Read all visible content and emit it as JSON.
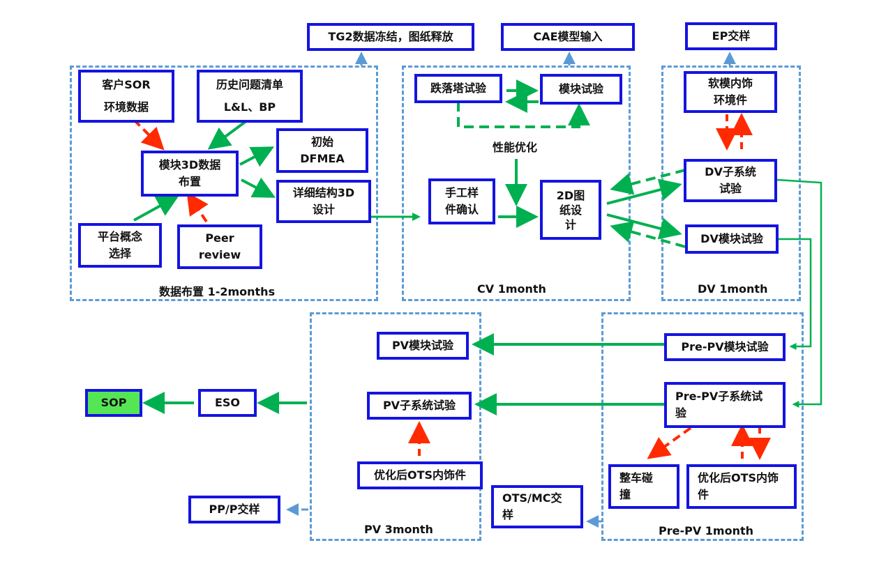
{
  "regions": {
    "data_layout": "数据布置 1-2months",
    "cv": "CV 1month",
    "dv": "DV 1month",
    "pv": "PV 3month",
    "prepv": "Pre-PV 1month"
  },
  "milestones": {
    "tg2": "TG2数据冻结，图纸释放",
    "cae": "CAE模型输入",
    "ep": "EP交样",
    "pp": "PP/P交样",
    "ots_mc": "OTS/MC交\n样",
    "sop": "SOP",
    "eso": "ESO"
  },
  "data_phase": {
    "customer_sor": "客户SOR\n\n环境数据",
    "history": "历史问题清单\n\nL&L、BP",
    "layout3d": "模块3D数据\n布置",
    "dfmea": "初始\nDFMEA",
    "detail3d": "详细结构3D\n设计",
    "platform": "平台概念\n选择",
    "peer": "Peer\nreview"
  },
  "cv_phase": {
    "drop_test": "跌落塔试验",
    "module_test": "模块试验",
    "perf_opt": "性能优化",
    "handmade": "手工样\n件确认",
    "drawing2d": "2D图\n纸设\n计"
  },
  "dv_phase": {
    "soft_trim": "软模内饰\n环境件",
    "dv_subsystem": "DV子系统\n试验",
    "dv_module": "DV模块试验"
  },
  "prepv_phase": {
    "prepv_module": "Pre-PV模块试验",
    "prepv_subsystem": "Pre-PV子系统试\n验",
    "crash": "整车碰\n撞",
    "ots_trim": "优化后OTS内饰\n件"
  },
  "pv_phase": {
    "pv_module": "PV模块试验",
    "pv_subsystem": "PV子系统试验",
    "ots_trim": "优化后OTS内饰件"
  },
  "colors": {
    "box_border": "#1414e0",
    "region_border": "#5b9bd5",
    "flow_green": "#00b050",
    "feedback_red": "#ff2a00",
    "milestone_arrow": "#5b9bd5",
    "sop_fill": "#55e655"
  }
}
